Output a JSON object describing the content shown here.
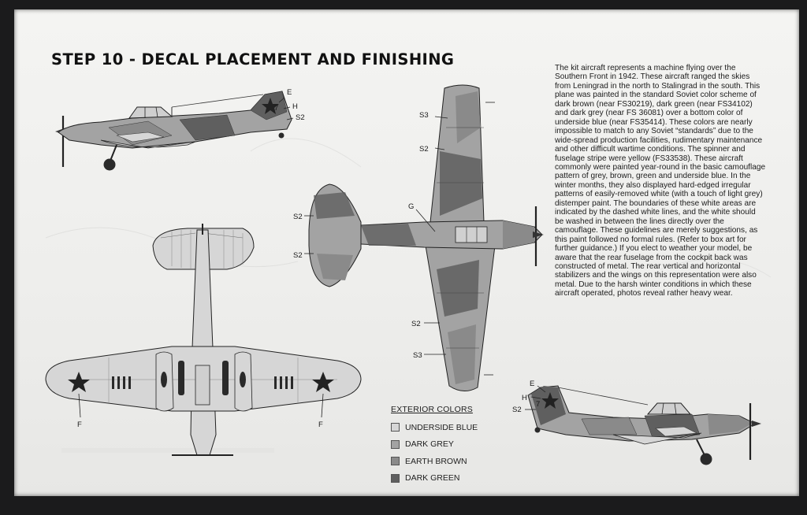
{
  "title": "STEP 10 - DECAL PLACEMENT AND FINISHING",
  "description": "The kit aircraft represents a machine flying over the Southern Front in 1942. These aircraft ranged the skies from Leningrad in the north to Stalingrad in the south. This plane was painted in the standard Soviet color scheme of dark brown (near FS30219), dark green (near FS34102) and dark grey (near FS 36081) over a bottom color of underside blue (near FS35414). These colors are nearly impossible to match to any Soviet “standards” due to the wide-spread production facilities, rudimentary maintenance and other difficult wartime conditions. The spinner and fuselage stripe were yellow (FS33538). These aircraft commonly were painted year-round in the basic camouflage pattern of grey, brown, green and underside blue. In the winter months, they also displayed hard-edged irregular patterns of easily-removed white (with a touch of light grey) distemper paint. The boundaries of these white areas are indicated by the dashed white lines, and the white should be washed in between the lines directly over the camouflage. These guidelines are merely suggestions, as this paint followed no formal rules. (Refer to box art for further guidance.) If you elect to weather your model, be aware that the rear fuselage from the cockpit back was constructed of metal. The rear vertical and horizontal stabilizers and the wings on this representation were also metal. Due to the harsh winter conditions in which these aircraft operated, photos reveal rather heavy wear.",
  "legend": {
    "title": "EXTERIOR COLORS",
    "items": [
      {
        "label": "UNDERSIDE BLUE",
        "color": "#d6d6d6"
      },
      {
        "label": "DARK GREY",
        "color": "#a3a3a3"
      },
      {
        "label": "EARTH BROWN",
        "color": "#8a8a8a"
      },
      {
        "label": "DARK GREEN",
        "color": "#5f5f5f"
      }
    ]
  },
  "callouts": {
    "left_profile": {
      "e": "E",
      "h": "H",
      "s2": "S2"
    },
    "top_view": {
      "s3_top": "S3",
      "s2_top": "S2",
      "g": "G",
      "s2_tail_upper": "S2",
      "s2_tail_lower": "S2",
      "s2_bottom": "S2",
      "s3_bottom": "S3"
    },
    "bottom_view": {
      "f_left": "F",
      "f_right": "F"
    },
    "right_profile": {
      "e": "E",
      "h": "H",
      "s2": "S2"
    }
  },
  "colors": {
    "paper": "#f2f2f0",
    "underside": "#d6d6d6",
    "dark_grey": "#a3a3a3",
    "earth_brown": "#8a8a8a",
    "dark_green": "#5f5f5f",
    "ink": "#1a1a1a"
  }
}
